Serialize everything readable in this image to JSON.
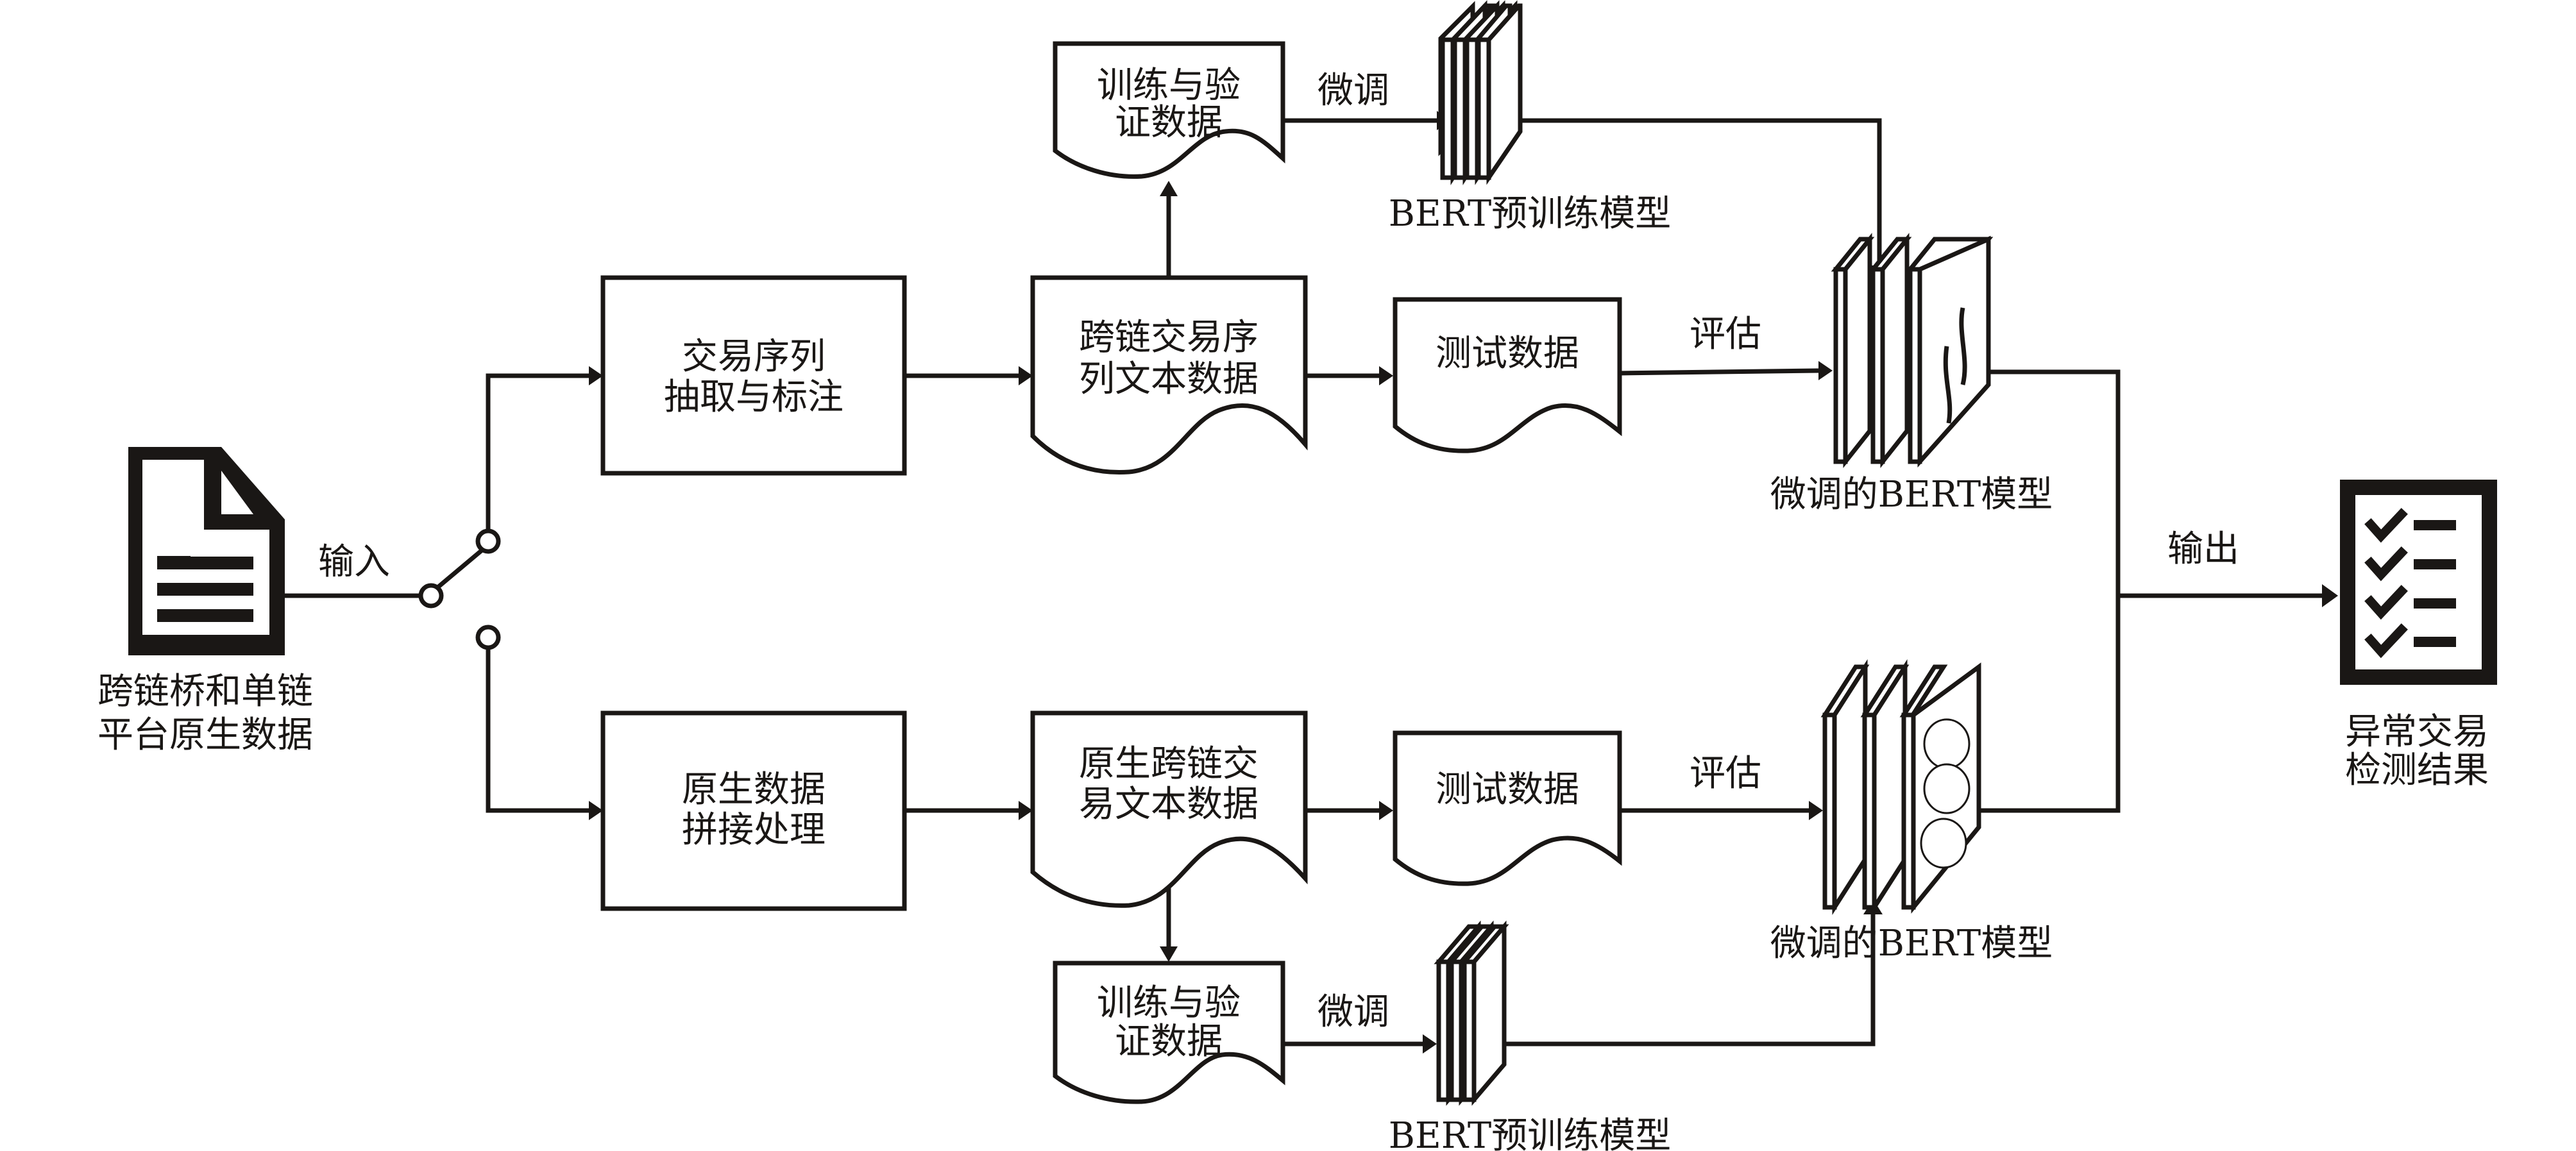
{
  "diagram": {
    "source": {
      "label_line1": "跨链桥和单链",
      "label_line2": "平台原生数据"
    },
    "input_label": "输入",
    "top_branch": {
      "process": {
        "line1": "交易序列",
        "line2": "抽取与标注"
      },
      "text_data": {
        "line1": "跨链交易序",
        "line2": "列文本数据"
      },
      "train_data": {
        "line1": "训练与验",
        "line2": "证数据"
      },
      "finetune_label": "微调",
      "pretrained_label": "BERT预训练模型",
      "test_data": "测试数据",
      "evaluate_label": "评估",
      "finetuned_label": "微调的BERT模型"
    },
    "bottom_branch": {
      "process": {
        "line1": "原生数据",
        "line2": "拼接处理"
      },
      "text_data": {
        "line1": "原生跨链交",
        "line2": "易文本数据"
      },
      "train_data": {
        "line1": "训练与验",
        "line2": "证数据"
      },
      "finetune_label": "微调",
      "pretrained_label": "BERT预训练模型",
      "test_data": "测试数据",
      "evaluate_label": "评估",
      "finetuned_label": "微调的BERT模型"
    },
    "output_label": "输出",
    "result": {
      "label_line1": "异常交易",
      "label_line2": "检测结果"
    },
    "icons": {
      "source": "document-icon",
      "result": "checklist-icon",
      "switch": "switch-icon",
      "model": "layers-icon"
    },
    "colors": {
      "stroke": "#1a1715",
      "background": "#ffffff"
    }
  }
}
